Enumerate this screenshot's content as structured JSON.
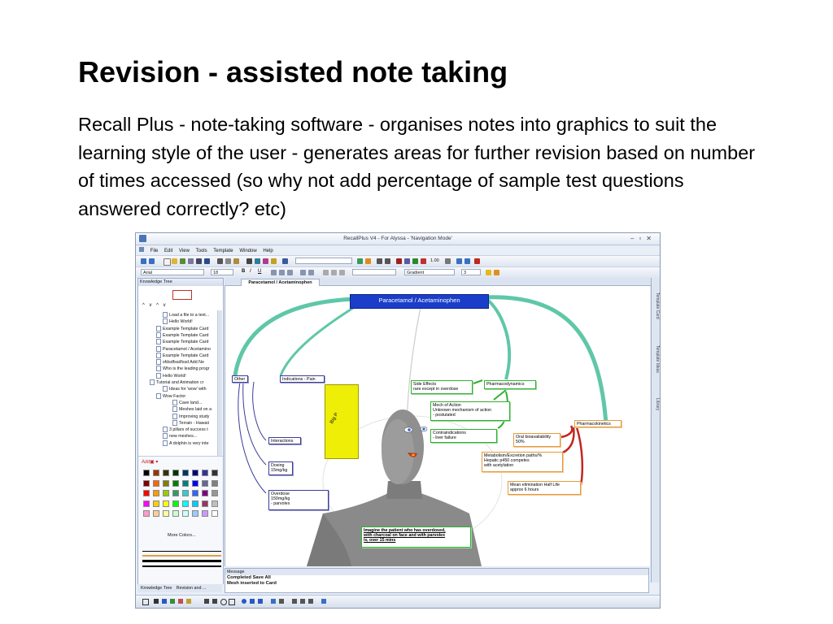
{
  "slide": {
    "title": "Revision - assisted note taking",
    "body": "Recall Plus - note-taking software - organises notes into graphics to suit the learning style of the user - generates areas for further revision based on number of times accessed (so why not add percentage of sample test questions answered correctly? etc)"
  },
  "app": {
    "window_title": "RecallPlus V4 - For Alyssa - 'Navigation Mode'",
    "menu": [
      "File",
      "Edit",
      "View",
      "Tools",
      "Template",
      "Window",
      "Help"
    ],
    "font_name": "Arial",
    "font_size": "18",
    "zoom": "1.00",
    "fill_style": "Gradient",
    "line_width": "3",
    "left_panel_title": "Knowledge Tree",
    "tree_items": [
      "Load a file to a text...",
      "Hello World!",
      "Example Template Card",
      "Example Template Card",
      "Example Template Card",
      "Paracetamol / Acetamino",
      "Example Template Card",
      "sfdsdfssdfssd   Add Ne",
      "Who is the leading progr",
      "Hello World!",
      "Tutorial and Animation cr",
      "Ideas for 'wow' with",
      "Wow Factor",
      "Cave land...",
      "Meshes laid on a",
      "Improving study",
      "Terrain - Hawaii",
      "3 pillars of success t",
      "new meshes...",
      "A dolphin is very inte"
    ],
    "more_colors": "More Colors...",
    "tab_label": "Paracetamol / Acetaminophen",
    "right_tabs": [
      "Template Card",
      "Template Ideas",
      "Library"
    ],
    "bottom_tabs": [
      "Knowledge Tree",
      "Revision and ..."
    ],
    "message_header": "Message",
    "messages": [
      "Completed Save All",
      "Mesh inserted to Card"
    ],
    "colors": {
      "accent": "#1a3ec9",
      "node_blue": "#3c3c9c",
      "node_green": "#2fb12f",
      "node_orange": "#e59a3c",
      "connector_teal": "#5fc7a8",
      "connector_red": "#c0281e",
      "big_p_fill": "#eeee06"
    }
  },
  "map": {
    "root": "Paracetamol / Acetaminophen",
    "big_p": "Big P",
    "nodes": {
      "other": "Other",
      "indications": "Indications - Pain",
      "interactions": "Interactions",
      "dosing": "Dosing\n15mg/kg",
      "overdose": "Overdose\n150mg/kg\n            - parvolex",
      "side_effects": "Side Effects\nrare except in overdose",
      "mech": "Mech of Action\nUnknown mechanism of action\n             - postulated",
      "contra": "Contraindications\n             - liver failure",
      "pharmacodynamics": "Pharmacodynamics",
      "pharmacokinetics": "Pharmacokinetics",
      "oral": "Oral bioavailability\n                    50%",
      "metabolism": "Metabolism/Excretion paths/%\n        Hepatic p450 competes\n        with acetylation",
      "half_life": "Mean elimination Half Life\n          approx 6 hours",
      "imagine": "Imagine the patient who has overdosed,\nwith charcoal on face and with parvolex\niv, over 15 mins"
    }
  }
}
